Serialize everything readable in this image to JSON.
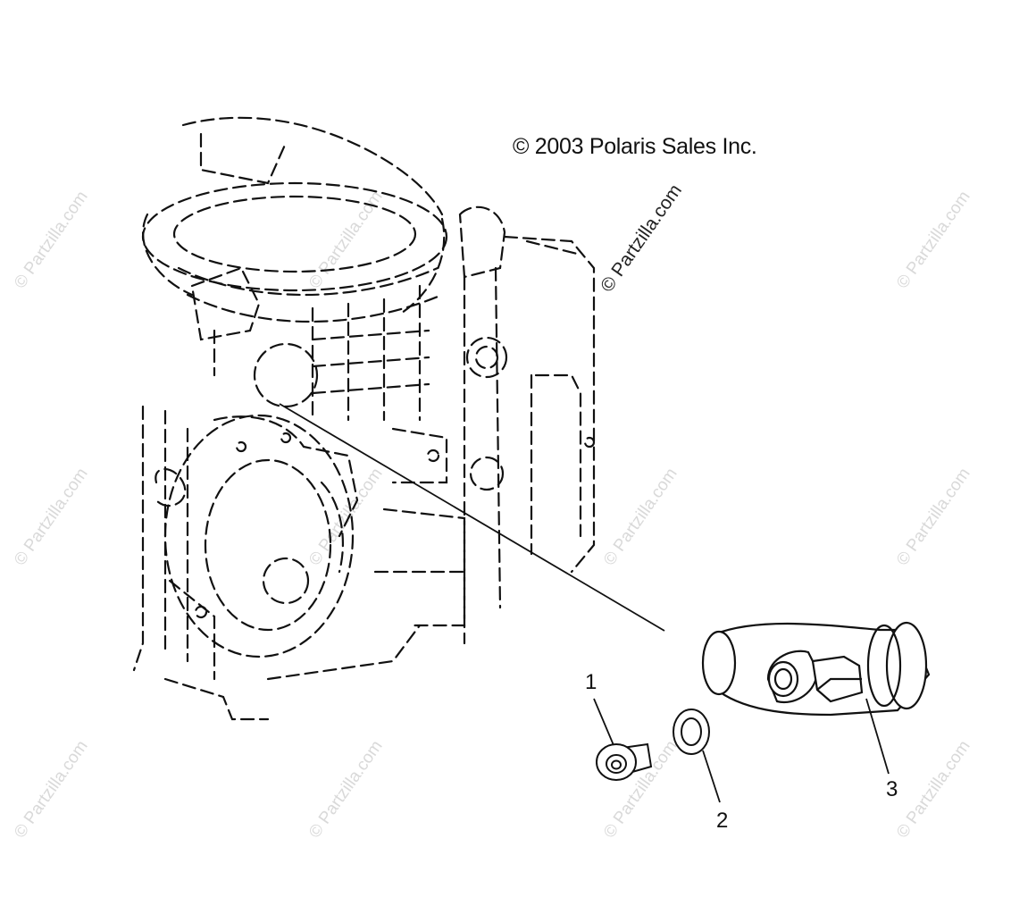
{
  "copyright": "© 2003 Polaris Sales Inc.",
  "watermark": "© Partzilla.com",
  "callouts": {
    "one": "1",
    "two": "2",
    "three": "3"
  },
  "icons": {
    "engine": "engine-block-icon",
    "plug": "plug-icon",
    "washer": "washer-icon",
    "elbow": "elbow-fitting-icon"
  },
  "colors": {
    "ink": "#111111",
    "watermark": "#d9d9d9"
  }
}
